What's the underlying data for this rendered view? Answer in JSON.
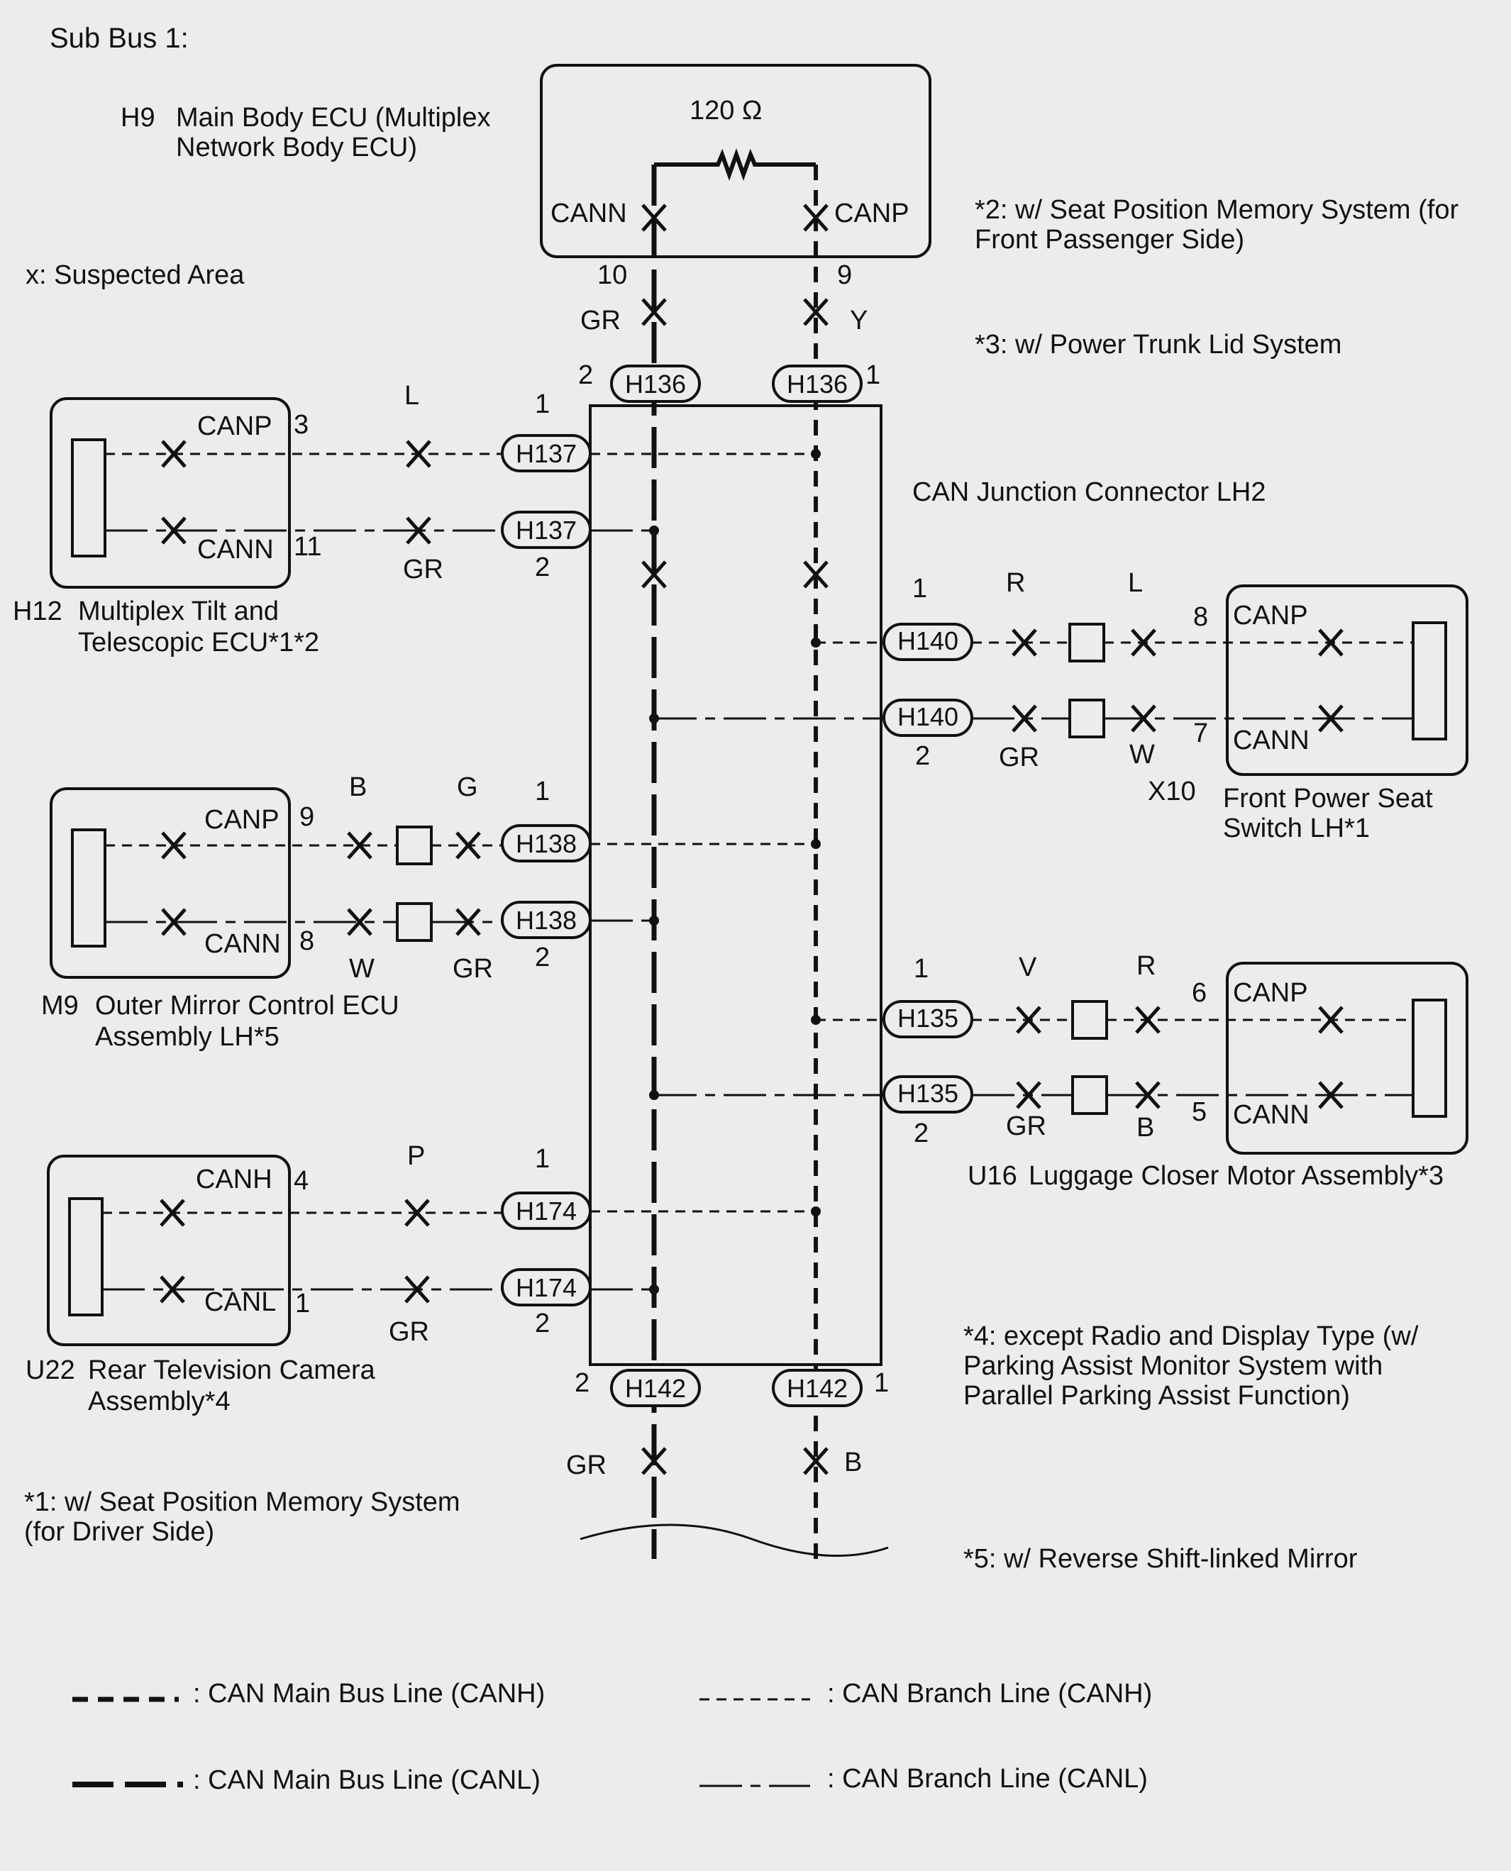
{
  "title": "Sub Bus 1:",
  "suspected": "x: Suspected Area",
  "main_ecu": {
    "code": "H9",
    "name_line1": "Main Body ECU (Multiplex",
    "name_line2": "Network Body ECU)",
    "resistor": "120 Ω",
    "canl_pin_label": "CANN",
    "canh_pin_label": "CANP",
    "canl_pin": "10",
    "canh_pin": "9",
    "canl_wire": "GR",
    "canh_wire": "Y"
  },
  "junction": {
    "name": "CAN Junction Connector LH2",
    "top_canl": {
      "connector": "H136",
      "pin": "2"
    },
    "top_canh": {
      "connector": "H136",
      "pin": "1"
    },
    "bottom_canl": {
      "connector": "H142",
      "pin": "2",
      "wire": "GR"
    },
    "bottom_canh": {
      "connector": "H142",
      "pin": "1",
      "wire": "B"
    }
  },
  "devices": [
    {
      "code": "H12",
      "name_line1": "Multiplex Tilt and",
      "name_line2": "Telescopic ECU*1*2",
      "canh_label": "CANP",
      "canl_label": "CANN",
      "canh_pin": "3",
      "canl_pin": "11",
      "canh_wire": "L",
      "canl_wire": "GR",
      "connector": "H137",
      "conn_pin_h": "1",
      "conn_pin_l": "2"
    },
    {
      "code": "M9",
      "name_line1": "Outer Mirror Control ECU",
      "name_line2": "Assembly LH*5",
      "canh_label": "CANP",
      "canl_label": "CANN",
      "canh_pin": "9",
      "canl_pin": "8",
      "canh_wire_dev": "B",
      "canl_wire_dev": "W",
      "canh_wire": "G",
      "canl_wire": "GR",
      "connector": "H138",
      "conn_pin_h": "1",
      "conn_pin_l": "2"
    },
    {
      "code": "U22",
      "name_line1": "Rear Television Camera",
      "name_line2": "Assembly*4",
      "canh_label": "CANH",
      "canl_label": "CANL",
      "canh_pin": "4",
      "canl_pin": "1",
      "canh_wire": "P",
      "canl_wire": "GR",
      "connector": "H174",
      "conn_pin_h": "1",
      "conn_pin_l": "2"
    },
    {
      "code": "X10",
      "name_line1": "Front Power Seat",
      "name_line2": "Switch LH*1",
      "canh_label": "CANP",
      "canl_label": "CANN",
      "canh_pin": "8",
      "canl_pin": "7",
      "canh_wire": "R",
      "canl_wire": "GR",
      "canh_wire_dev": "L",
      "canl_wire_dev": "W",
      "connector": "H140",
      "conn_pin_h": "1",
      "conn_pin_l": "2"
    },
    {
      "code": "U16",
      "name": "Luggage Closer Motor Assembly*3",
      "canh_label": "CANP",
      "canl_label": "CANN",
      "canh_pin": "6",
      "canl_pin": "5",
      "canh_wire": "V",
      "canl_wire": "GR",
      "canh_wire_dev": "R",
      "canl_wire_dev": "B",
      "connector": "H135",
      "conn_pin_h": "1",
      "conn_pin_l": "2"
    }
  ],
  "notes": {
    "n2_line1": "*2: w/ Seat Position Memory System (for",
    "n2_line2": "Front Passenger Side)",
    "n3": "*3: w/ Power Trunk Lid System",
    "n4_line1": "*4: except Radio and Display Type (w/",
    "n4_line2": "Parking Assist Monitor System with",
    "n4_line3": "Parallel Parking Assist Function)",
    "n1_line1": "*1: w/ Seat Position Memory System",
    "n1_line2": "(for Driver Side)",
    "n5": "*5: w/ Reverse Shift-linked Mirror"
  },
  "legend": {
    "main_canh": ": CAN Main Bus Line (CANH)",
    "main_canl": ": CAN Main Bus Line (CANL)",
    "branch_canh": ": CAN Branch Line (CANH)",
    "branch_canl": ": CAN Branch Line (CANL)"
  },
  "colors": {
    "background": "#ececec",
    "line": "#111111"
  }
}
